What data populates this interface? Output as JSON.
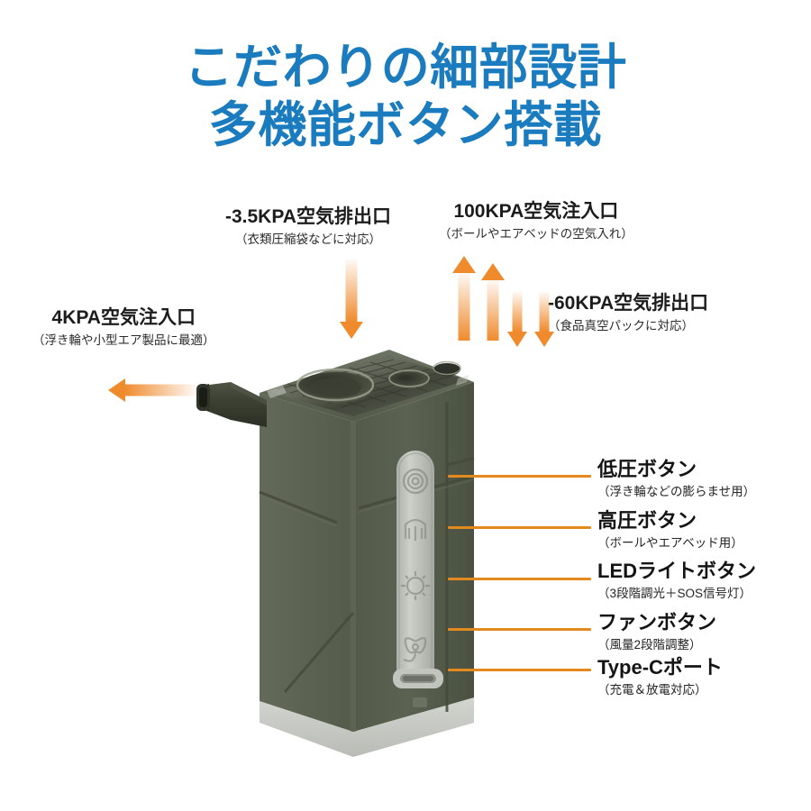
{
  "header": {
    "title_line_1": "こだわりの細部設計",
    "title_line_2": "多機能ボタン搭載",
    "title_color": "#1a7cbe"
  },
  "theme": {
    "accent_orange": "#ef8b2d",
    "leader_orange": "#e4891e",
    "body_olive": "#5a6050",
    "body_olive_dark": "#464c3c",
    "body_olive_light": "#6b7160",
    "top_grid_dark": "#3c4036",
    "base_gray": "#c9cbc6",
    "button_panel_gray": "#bfc2bb",
    "text_dark": "#1c1c1c"
  },
  "callouts": [
    {
      "id": "exhaust-35",
      "main": "-3.5KPA空気排出口",
      "sub": "（衣類圧縮袋などに対応）",
      "arrow_direction": "down"
    },
    {
      "id": "intake-100",
      "main": "100KPA空気注入口",
      "sub": "（ボールやエアベッドの空気入れ）",
      "arrow_direction": "up"
    },
    {
      "id": "exhaust-60",
      "main": "-60KPA空気排出口",
      "sub": "（食品真空パックに対応）",
      "arrow_direction": "down"
    },
    {
      "id": "intake-4",
      "main": "4KPA空気注入口",
      "sub": "（浮き輪や小型エア製品に最適）",
      "arrow_direction": "left"
    }
  ],
  "feature_labels": [
    {
      "id": "low-pressure-button",
      "main": "低圧ボタン",
      "sub": "（浮き輪などの膨らませ用）",
      "icon": "spiral-icon"
    },
    {
      "id": "high-pressure-button",
      "main": "高圧ボタン",
      "sub": "（ボールやエアベッド用）",
      "icon": "pressure-icon"
    },
    {
      "id": "led-light-button",
      "main": "LEDライトボタン",
      "sub": "（3段階調光＋SOS信号灯）",
      "icon": "sun-icon"
    },
    {
      "id": "fan-button",
      "main": "ファンボタン",
      "sub": "（風量2段階調整）",
      "icon": "fan-icon"
    },
    {
      "id": "type-c-port",
      "main": "Type-Cポート",
      "sub": "（充電＆放電対応）",
      "icon": "usb-c-icon"
    }
  ],
  "product": {
    "name": "portable-air-pump",
    "color_name": "olive-green"
  }
}
